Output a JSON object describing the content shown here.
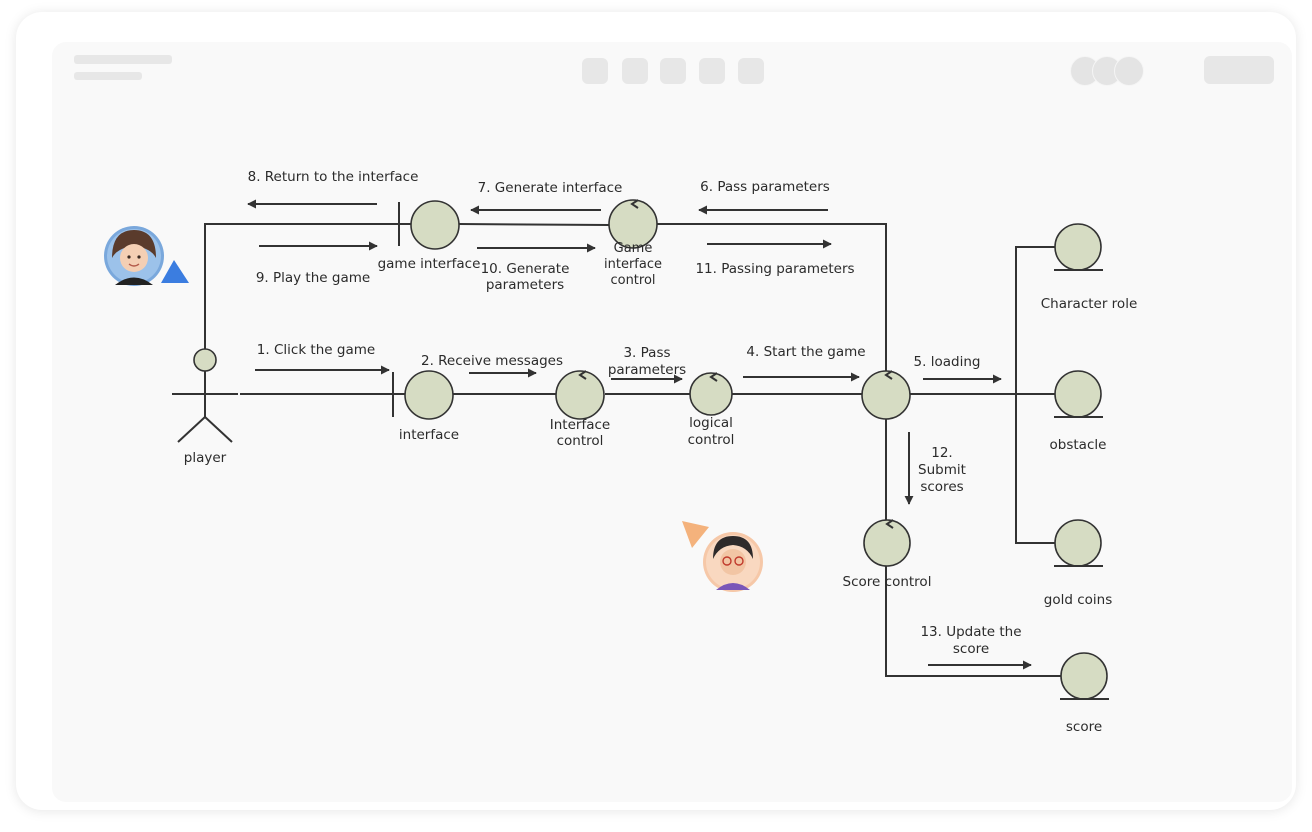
{
  "diagram": {
    "actor_label": "player",
    "objects": {
      "game_interface": "game interface",
      "game_interface_control": [
        "Game",
        "interface",
        "control"
      ],
      "interface": "interface",
      "interface_control": [
        "Interface",
        "control"
      ],
      "logical_control": [
        "logical",
        "control"
      ],
      "score_control": "Score control",
      "character_role": "Character role",
      "obstacle": "obstacle",
      "gold_coins": "gold coins",
      "score": "score"
    },
    "messages": {
      "m1": "1. Click the game",
      "m2": "2. Receive messages",
      "m3": [
        "3. Pass",
        "parameters"
      ],
      "m4": "4. Start the game",
      "m5": "5. loading",
      "m6": "6. Pass parameters",
      "m7": "7. Generate interface",
      "m8": "8. Return to the interface",
      "m9": "9. Play the game",
      "m10": [
        "10. Generate",
        "parameters"
      ],
      "m11": "11. Passing parameters",
      "m12": [
        "12.",
        "Submit",
        "scores"
      ],
      "m13": [
        "13. Update the",
        "score"
      ]
    }
  },
  "colors": {
    "node_fill": "#d6dcc3",
    "stroke": "#333333",
    "canvas": "#f9f9f9",
    "cursor_blue": "#3b7de0",
    "cursor_orange": "#f4b27c"
  },
  "collaborators": [
    {
      "icon": "user-avatar-icon-woman",
      "cursor": "blue"
    },
    {
      "icon": "user-avatar-icon-glasses",
      "cursor": "orange"
    }
  ]
}
